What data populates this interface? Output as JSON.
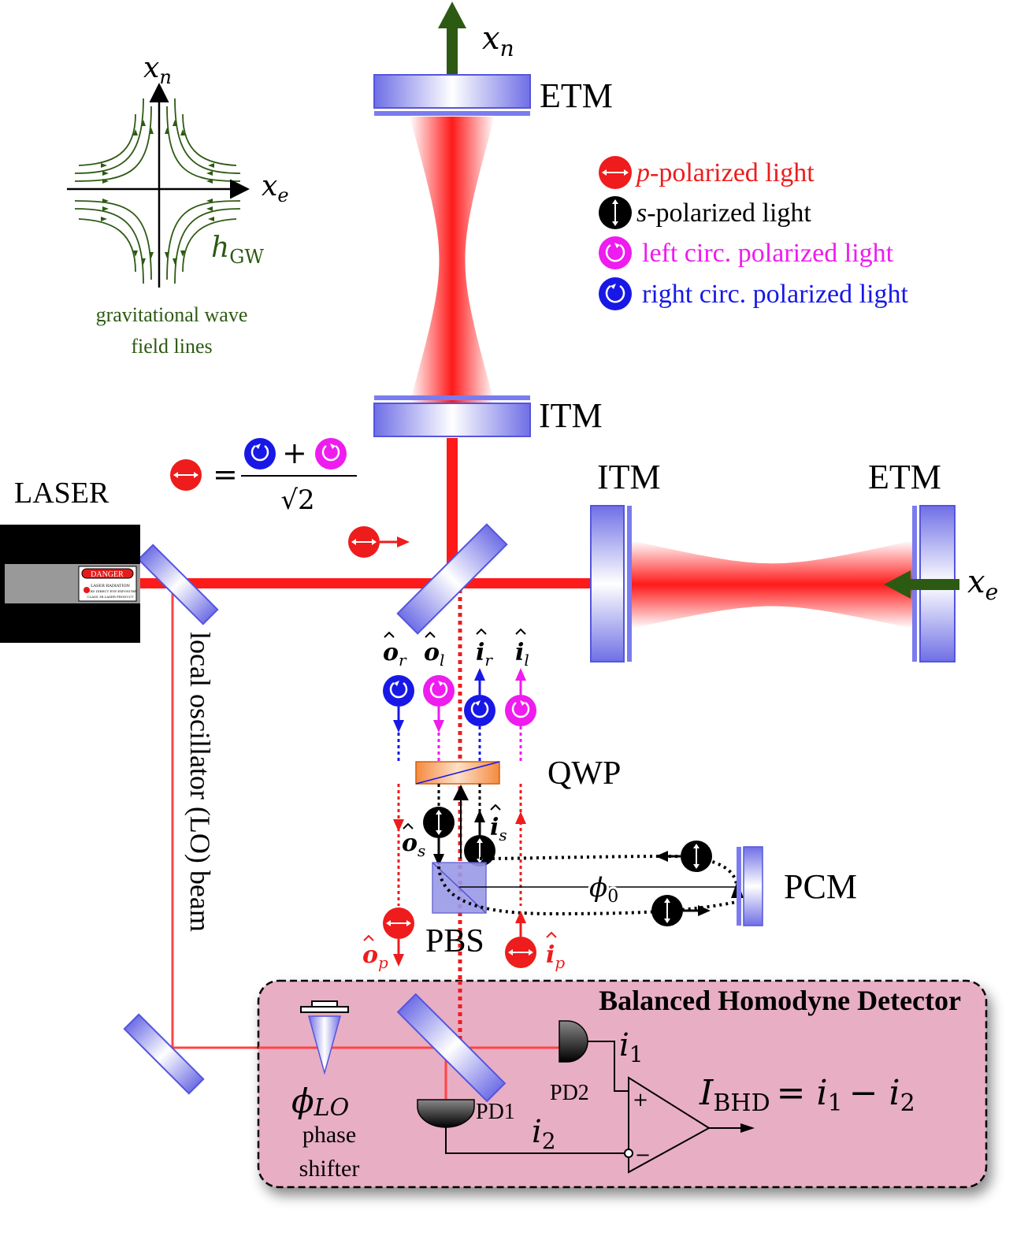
{
  "labels": {
    "etm_top": "ETM",
    "itm_top": "ITM",
    "itm_right": "ITM",
    "etm_right": "ETM",
    "laser": "LASER",
    "qwp": "QWP",
    "pbs": "PBS",
    "pcm": "PCM",
    "pd1": "PD1",
    "pd2": "PD2",
    "bhd_title": "Balanced Homodyne Detector",
    "lo_beam": "local oscillator (LO) beam",
    "phase_shifter_1": "phase",
    "phase_shifter_2": "shifter",
    "danger": "DANGER",
    "danger_small_1": "LASER RADIATION",
    "danger_small_2": "AVOID DIRECT EYE EXPOSURE",
    "danger_small_3": "CLASS 3R LASER PRODUCT"
  },
  "gw": {
    "x_axis": "x",
    "x_sub": "e",
    "y_axis": "x",
    "y_sub": "n",
    "h": "h",
    "h_sub": "GW",
    "caption_1": "gravitational wave",
    "caption_2": "field lines"
  },
  "displacement": {
    "top": "x",
    "top_sub": "n",
    "right": "x",
    "right_sub": "e"
  },
  "legend": [
    {
      "prefix": "p",
      "text": "-polarized light",
      "color": "#ee1c1c",
      "symbol": "p"
    },
    {
      "prefix": "s",
      "text": "-polarized light",
      "color": "#000000",
      "symbol": "s"
    },
    {
      "prefix": "",
      "text": "left circ. polarized light",
      "color": "#ee1cee",
      "symbol": "l"
    },
    {
      "prefix": "",
      "text": "right circ. polarized light",
      "color": "#1818e6",
      "symbol": "r"
    }
  ],
  "equation": {
    "plus": "+",
    "equals": "=",
    "denominator": "√2"
  },
  "modes": {
    "o_r": "o",
    "o_r_sub": "r",
    "o_l": "o",
    "o_l_sub": "l",
    "i_r": "i",
    "i_r_sub": "r",
    "i_l": "i",
    "i_l_sub": "l",
    "o_s": "o",
    "o_s_sub": "s",
    "i_s": "i",
    "i_s_sub": "s",
    "o_p": "o",
    "o_p_sub": "p",
    "i_p": "i",
    "i_p_sub": "p"
  },
  "phase": {
    "phi0": "ϕ",
    "phi0_sub": "0",
    "phi_lo": "ϕ",
    "phi_lo_sub": "LO"
  },
  "currents": {
    "i1": "i",
    "i1_sub": "1",
    "i2": "i",
    "i2_sub": "2",
    "ibhd": "I",
    "ibhd_sub": "BHD",
    "ibhd_rest": "= i",
    "ibhd_rest_sub1": "1",
    "ibhd_minus": "− i",
    "ibhd_rest_sub2": "2",
    "plus": "+",
    "minus": "−"
  },
  "colors": {
    "laser_red": "#ff1a1a",
    "mirror_blue": "#7b7bf0",
    "gw_green": "#2d5a12",
    "bhd_box": "#e8aec4",
    "qwp_orange": "#f59a58"
  }
}
